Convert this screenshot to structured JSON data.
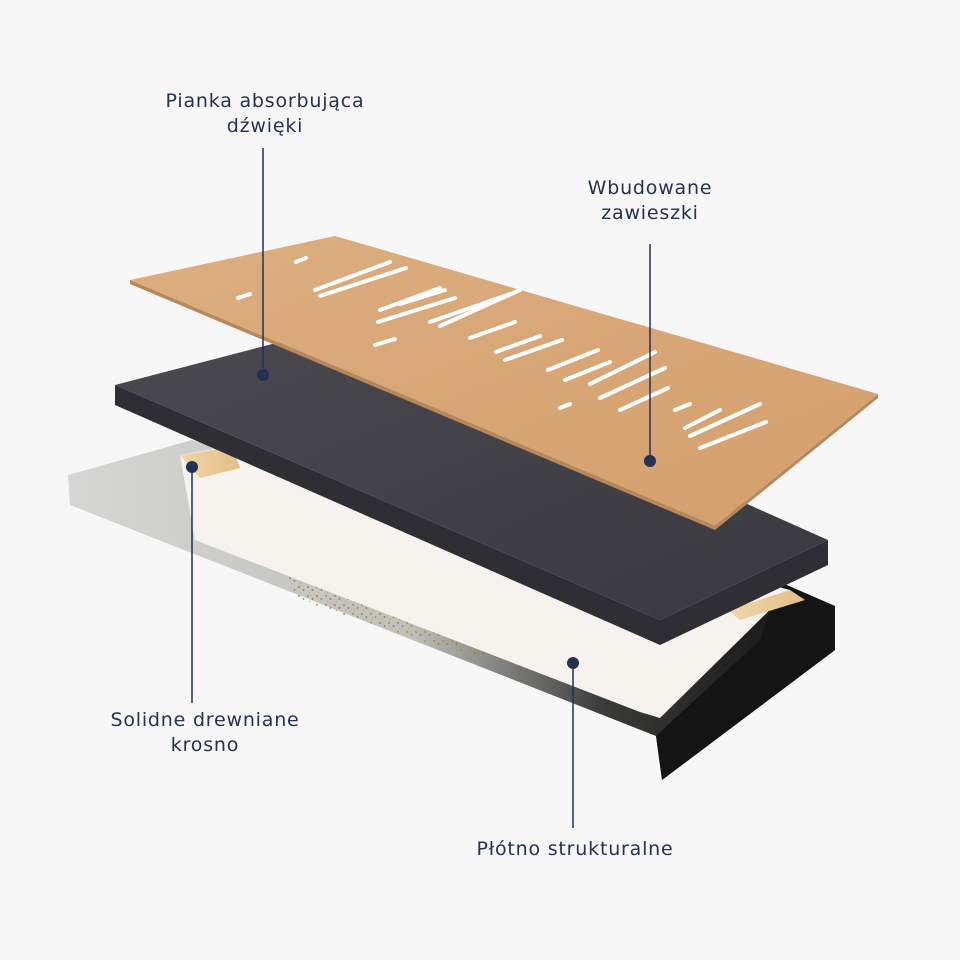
{
  "labels": {
    "foam": {
      "line1": "Pianka absorbująca",
      "line2": "dźwięki"
    },
    "hangers": {
      "line1": "Wbudowane",
      "line2": "zawieszki"
    },
    "frame": {
      "line1": "Solidne drewniane",
      "line2": "krosno"
    },
    "canvas": {
      "line1": "Płótno strukturalne"
    }
  },
  "colors": {
    "label_text": "#243152",
    "leader_line": "#243152",
    "board": "#d9a878",
    "foam": "#3e3d44",
    "canvas_edge": "#151515",
    "background": "#f7f7f8"
  }
}
